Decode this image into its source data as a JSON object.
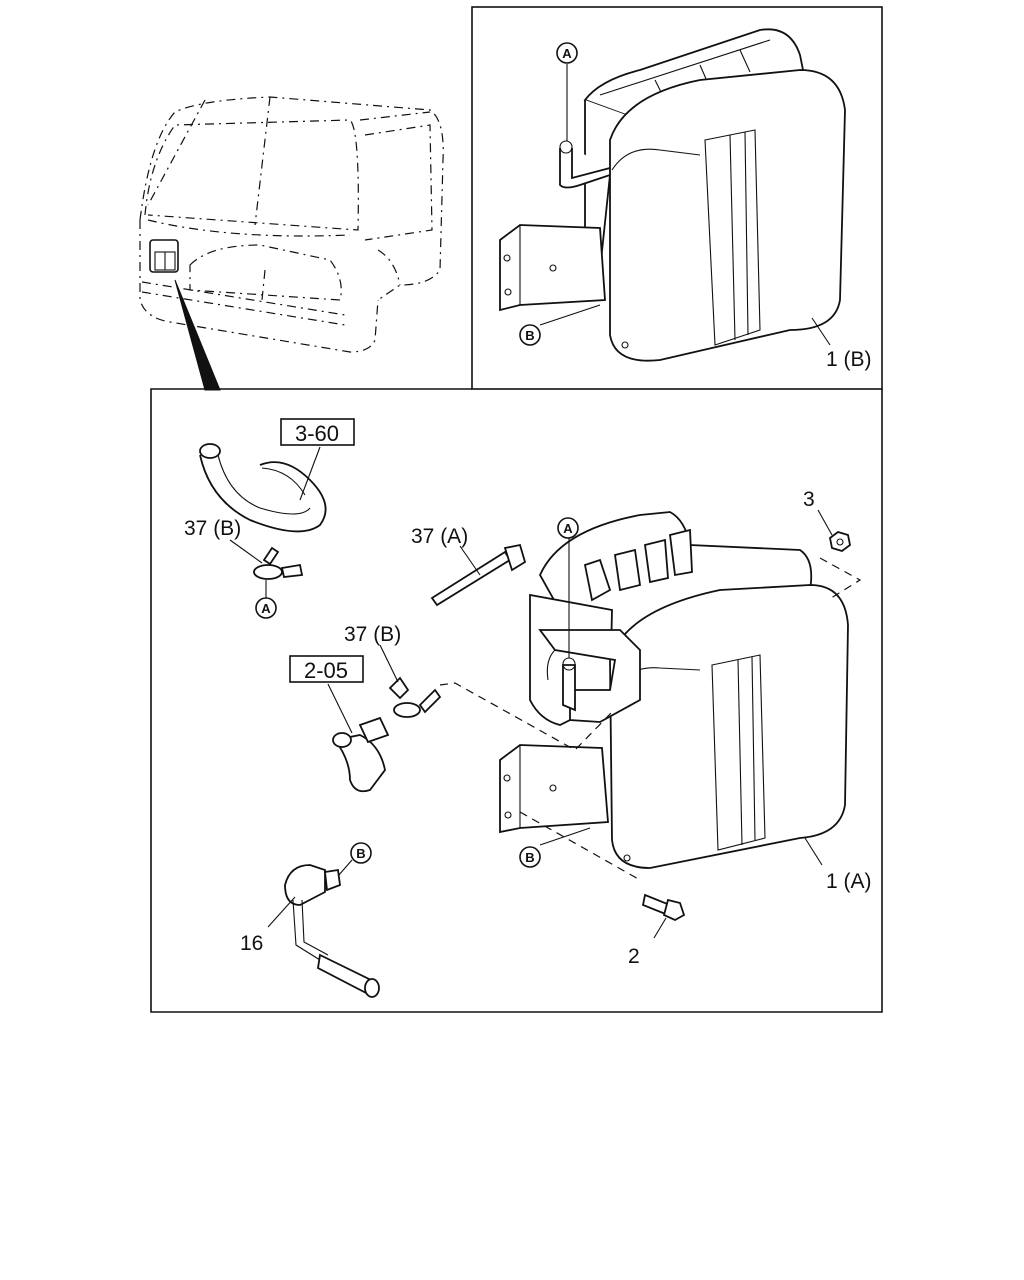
{
  "labels": {
    "canister_b": "1 (B)",
    "canister_a": "1 (A)",
    "bolt": "2",
    "nut": "3",
    "sensor": "16",
    "clip_b_top": "37 (B)",
    "clip_a": "37 (A)",
    "clip_b_mid": "37 (B)"
  },
  "references": {
    "hose_upper": "3-60",
    "hose_lower": "2-05"
  },
  "connection_markers": {
    "a": "A",
    "b": "B"
  }
}
